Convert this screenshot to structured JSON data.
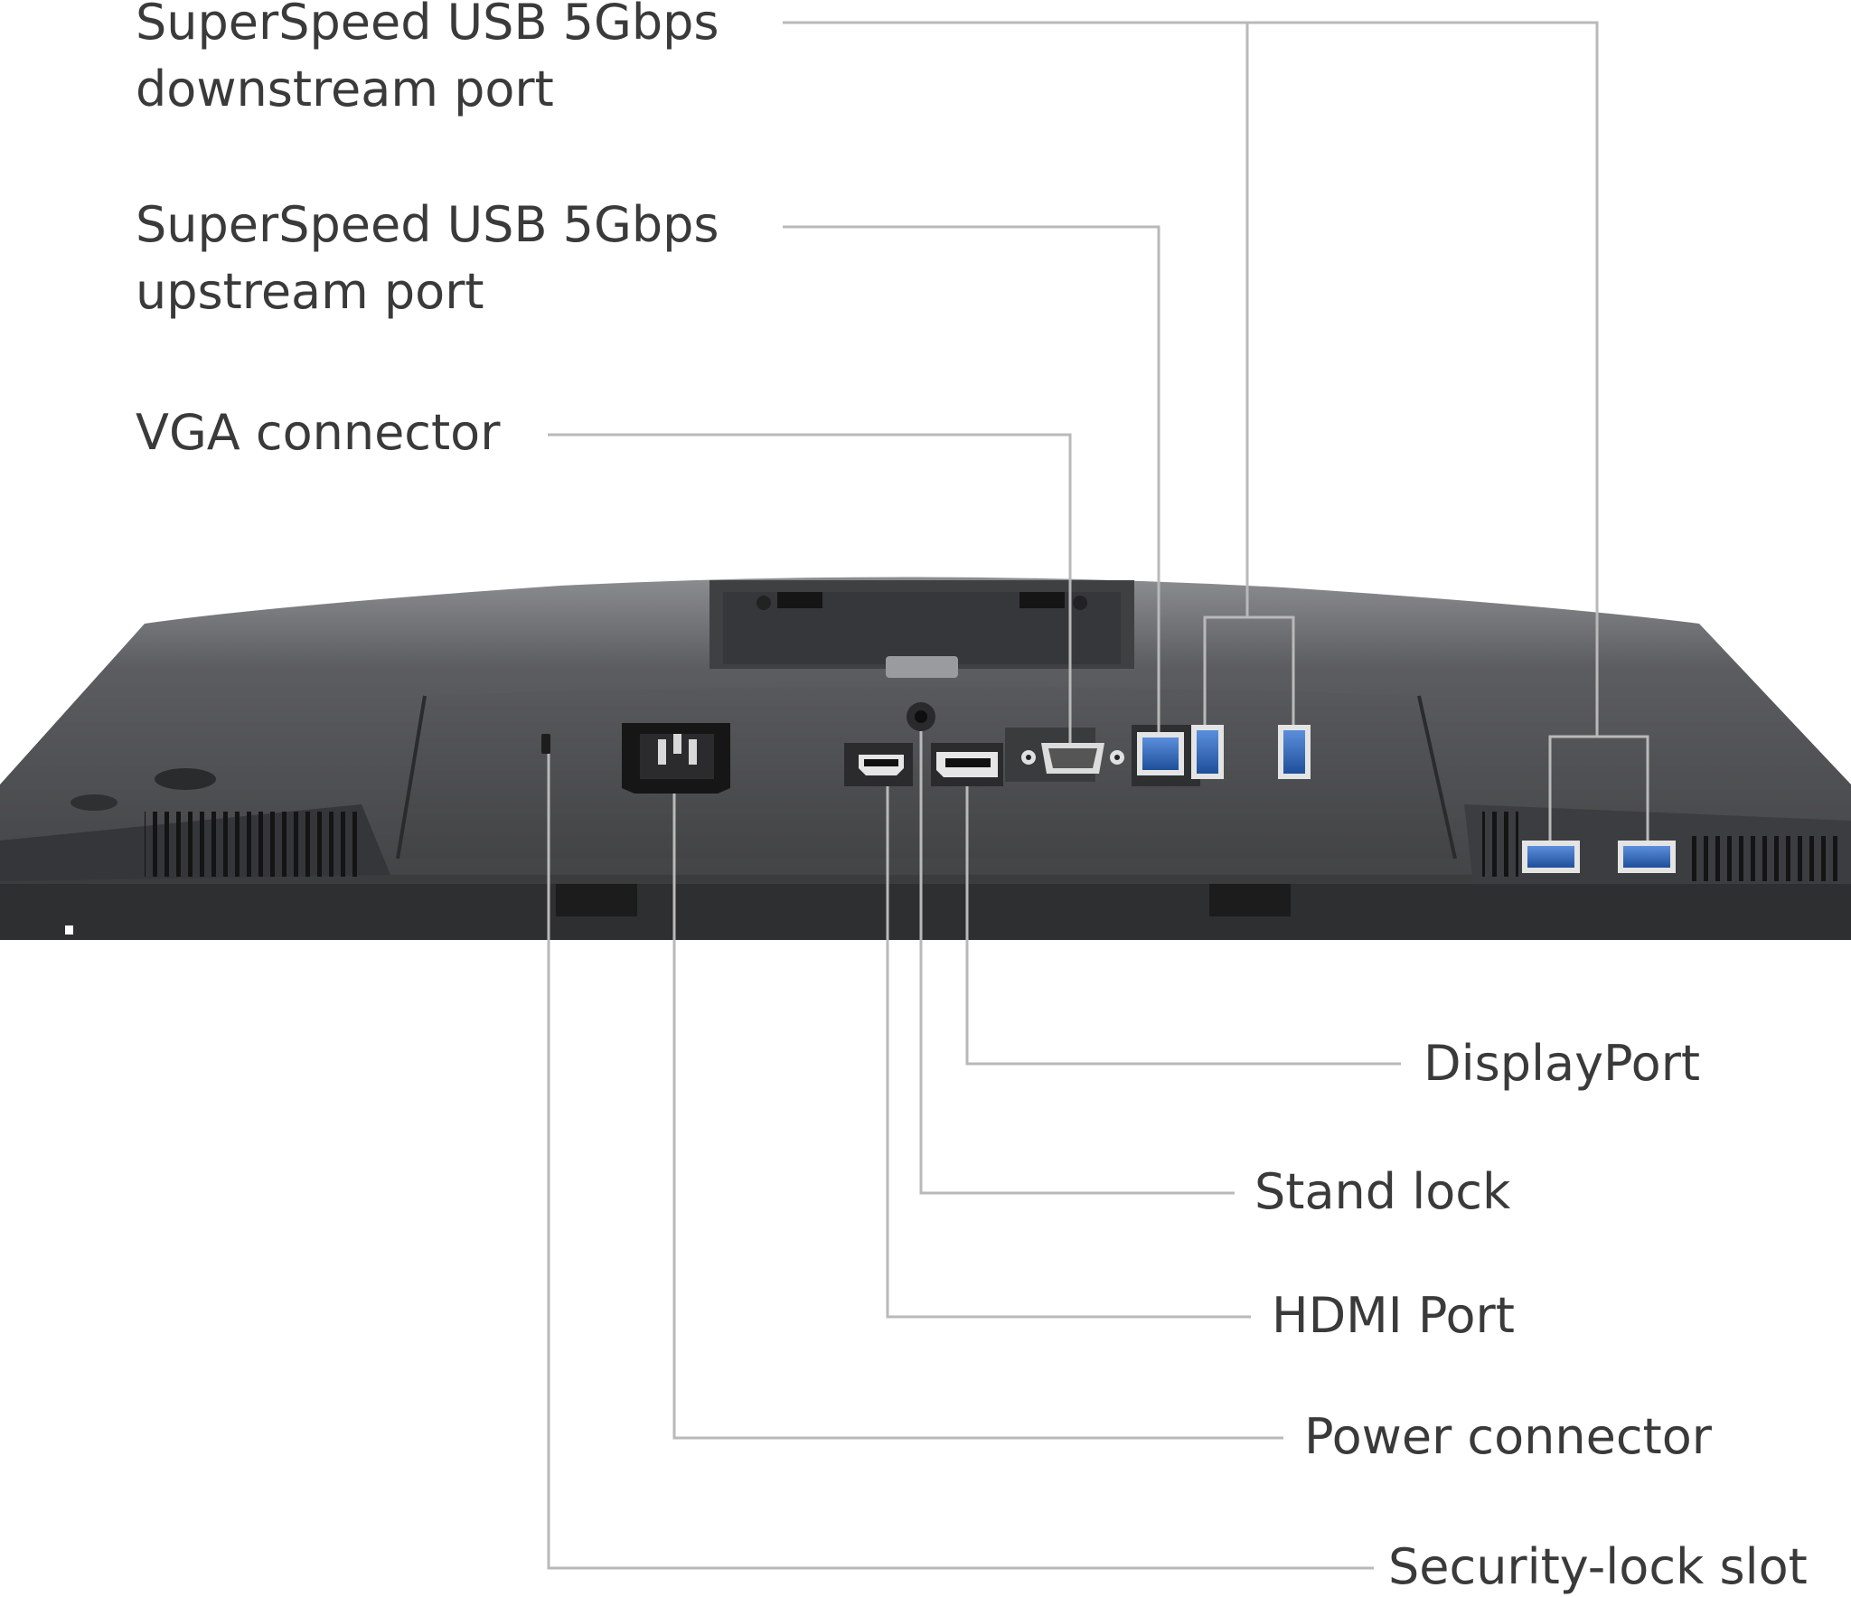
{
  "labels": {
    "usb_downstream": {
      "line1": "SuperSpeed USB 5Gbps",
      "line2": "downstream port"
    },
    "usb_upstream": {
      "line1": "SuperSpeed USB 5Gbps",
      "line2": "upstream port"
    },
    "vga": "VGA connector",
    "displayport": "DisplayPort",
    "stand_lock": "Stand lock",
    "hdmi": "HDMI Port",
    "power": "Power connector",
    "security_lock": "Security-lock slot"
  },
  "colors": {
    "label_text": "#3a3a3a",
    "leader_line": "#b9b9b9",
    "monitor_body": "#4a4b4d",
    "usb_port_blue": "#2f66b8"
  },
  "icons": {
    "power": "iec-c14-power-socket",
    "hdmi": "hdmi-port",
    "displayport": "displayport-port",
    "vga": "vga-db15-port",
    "usb_upstream": "usb-type-b-port",
    "usb_downstream": "usb-type-a-port",
    "stand_lock": "stand-lock-screw",
    "security_lock": "security-lock-slot"
  }
}
